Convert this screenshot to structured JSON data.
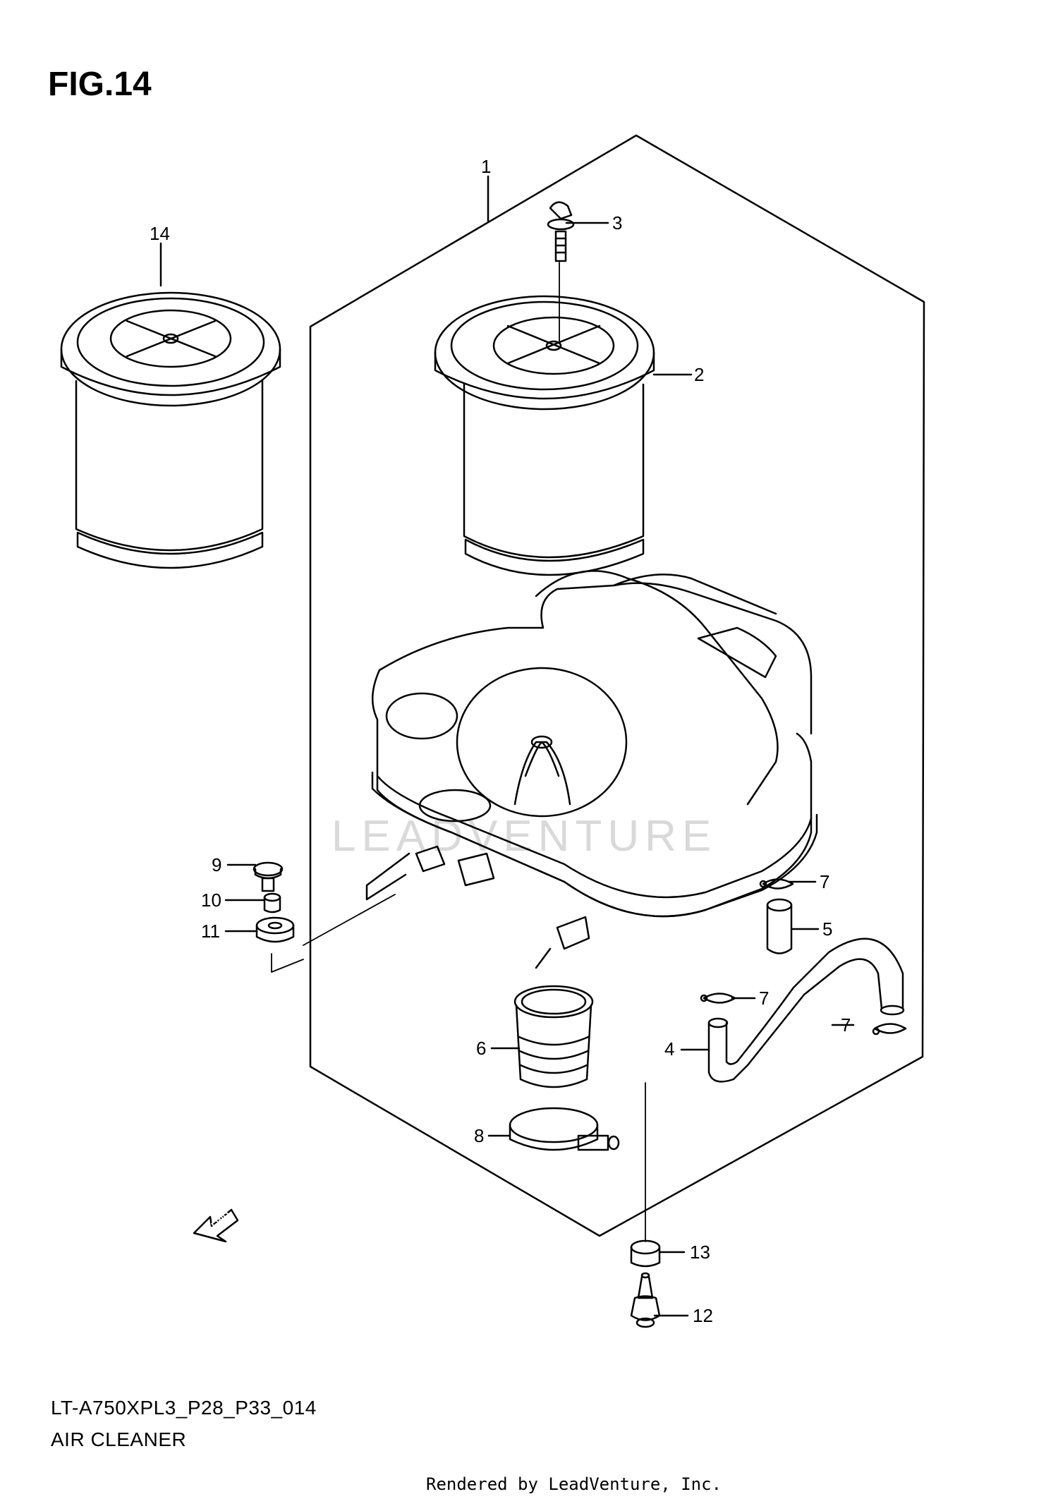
{
  "figure": {
    "title": "FIG.14"
  },
  "part_code": "LT-A750XPL3_P28_P33_014",
  "caption": "AIR CLEANER",
  "footer": "Rendered by LeadVenture, Inc.",
  "watermark": "LEADVENTURE",
  "fwd_label": "FWD",
  "callouts": [
    {
      "id": "callout-1",
      "label": "1"
    },
    {
      "id": "callout-2",
      "label": "2"
    },
    {
      "id": "callout-3",
      "label": "3"
    },
    {
      "id": "callout-4",
      "label": "4"
    },
    {
      "id": "callout-5",
      "label": "5"
    },
    {
      "id": "callout-6",
      "label": "6"
    },
    {
      "id": "callout-7a",
      "label": "7"
    },
    {
      "id": "callout-7b",
      "label": "7"
    },
    {
      "id": "callout-7c",
      "label": "7"
    },
    {
      "id": "callout-8",
      "label": "8"
    },
    {
      "id": "callout-9",
      "label": "9"
    },
    {
      "id": "callout-10",
      "label": "10"
    },
    {
      "id": "callout-11",
      "label": "11"
    },
    {
      "id": "callout-12",
      "label": "12"
    },
    {
      "id": "callout-13",
      "label": "13"
    },
    {
      "id": "callout-14",
      "label": "14"
    }
  ]
}
